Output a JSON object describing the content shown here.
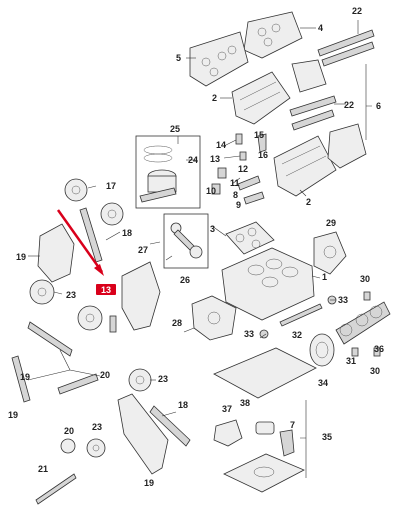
{
  "callouts": {
    "c1": "1",
    "c2a": "2",
    "c2b": "2",
    "c3": "3",
    "c4": "4",
    "c5": "5",
    "c6": "6",
    "c7": "7",
    "c8": "8",
    "c9": "9",
    "c10": "10",
    "c11": "11",
    "c12": "12",
    "c13": "13",
    "c14": "14",
    "c15": "15",
    "c16": "16",
    "c17": "17",
    "c18a": "18",
    "c18b": "18",
    "c19a": "19",
    "c19b": "19",
    "c19c": "19",
    "c19d": "19",
    "c20a": "20",
    "c20b": "20",
    "c21": "21",
    "c22a": "22",
    "c22b": "22",
    "c23a": "23",
    "c23b": "23",
    "c23c": "23",
    "c24": "24",
    "c25": "25",
    "c26": "26",
    "c27": "27",
    "c28": "28",
    "c29": "29",
    "c30a": "30",
    "c30b": "30",
    "c31": "31",
    "c32": "32",
    "c33a": "33",
    "c33b": "33",
    "c34": "34",
    "c35": "35",
    "c36": "36",
    "c37": "37",
    "c38": "38"
  },
  "highlight": {
    "label": "13",
    "color": "#d9001b"
  },
  "colors": {
    "line": "#333333",
    "part": "#eeeeee",
    "accent": "#d9001b"
  }
}
